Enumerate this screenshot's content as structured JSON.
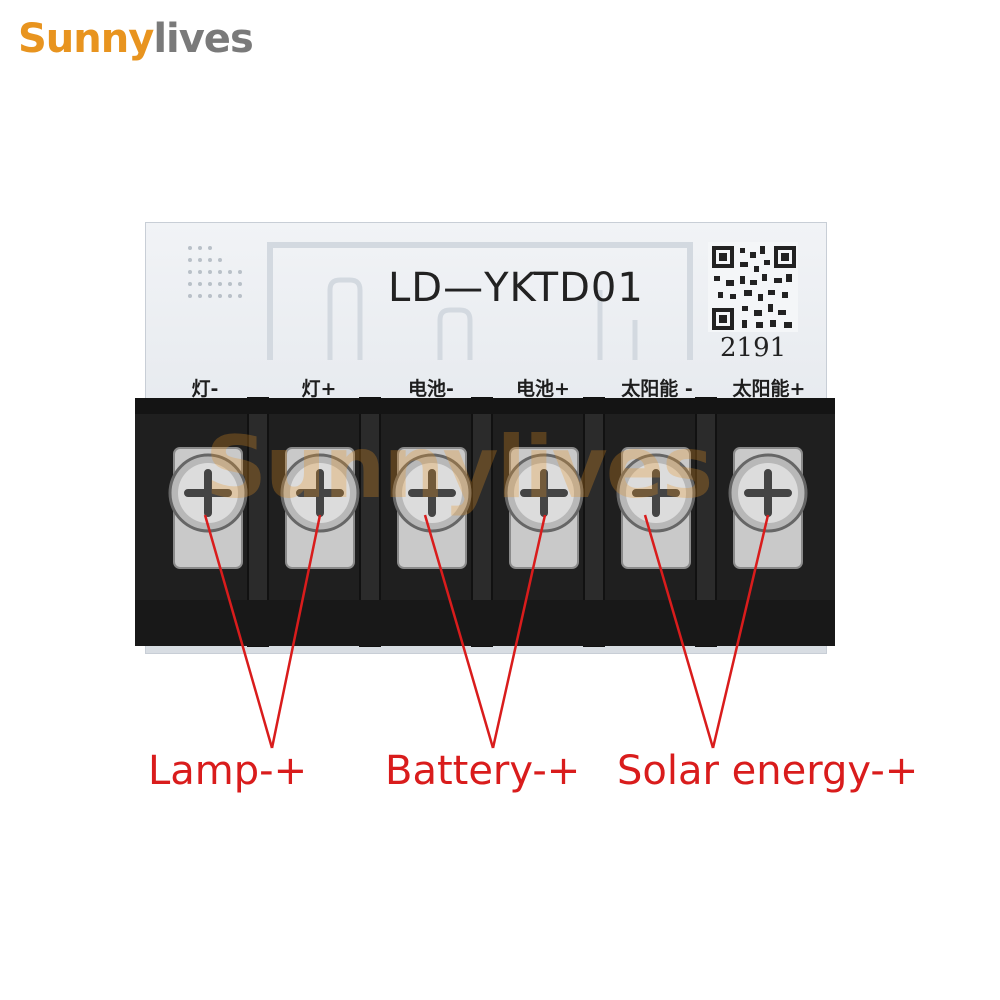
{
  "brand": {
    "part1": "Sunny",
    "part2": "lives"
  },
  "board": {
    "model": "LD—YKTD01",
    "serial": "2191",
    "terminal_labels": [
      "灯-",
      "灯+",
      "电池-",
      "电池+",
      "太阳能 -",
      "太阳能+"
    ]
  },
  "watermark": "Sunnylives",
  "captions": {
    "lamp": "Lamp-+",
    "battery": "Battery-+",
    "solar": "Solar energy-+"
  },
  "colors": {
    "brand_orange": "#e8941f",
    "brand_gray": "#7a7a7a",
    "caption_red": "#d91c1c"
  }
}
